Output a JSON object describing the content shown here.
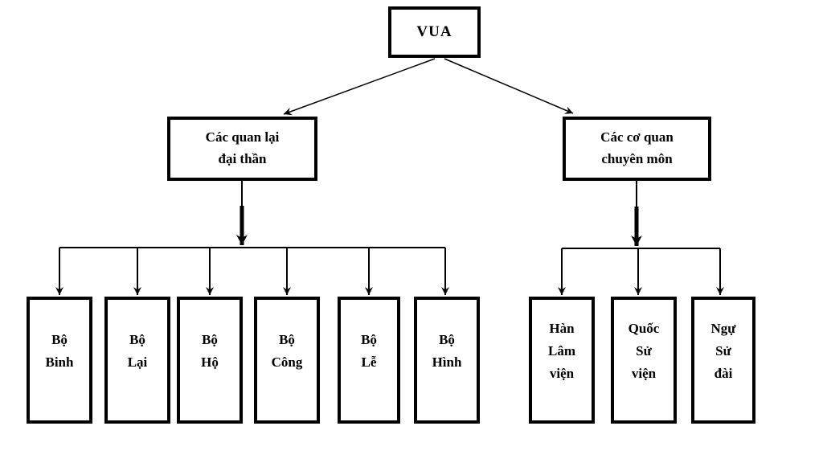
{
  "diagram": {
    "root": {
      "label": "VUA"
    },
    "branches": [
      {
        "name": "quan-lai-dai-than",
        "lines": [
          "Các quan lại",
          "đại thần"
        ]
      },
      {
        "name": "co-quan-chuyen-mon",
        "lines": [
          "Các cơ quan",
          "chuyên môn"
        ]
      }
    ],
    "ministries": [
      {
        "lines": [
          "Bộ",
          "Binh"
        ]
      },
      {
        "lines": [
          "Bộ",
          "Lại"
        ]
      },
      {
        "lines": [
          "Bộ",
          "Hộ"
        ]
      },
      {
        "lines": [
          "Bộ",
          "Công"
        ]
      },
      {
        "lines": [
          "Bộ",
          "Lễ"
        ]
      },
      {
        "lines": [
          "Bộ",
          "Hình"
        ]
      }
    ],
    "agencies": [
      {
        "lines": [
          "Hàn",
          "Lâm",
          "viện"
        ]
      },
      {
        "lines": [
          "Quốc",
          "Sử",
          "viện"
        ]
      },
      {
        "lines": [
          "Ngự",
          "Sử",
          "đài"
        ]
      }
    ],
    "colors": {
      "background": "#ffffff",
      "line": "#000000",
      "text": "#000000"
    }
  }
}
